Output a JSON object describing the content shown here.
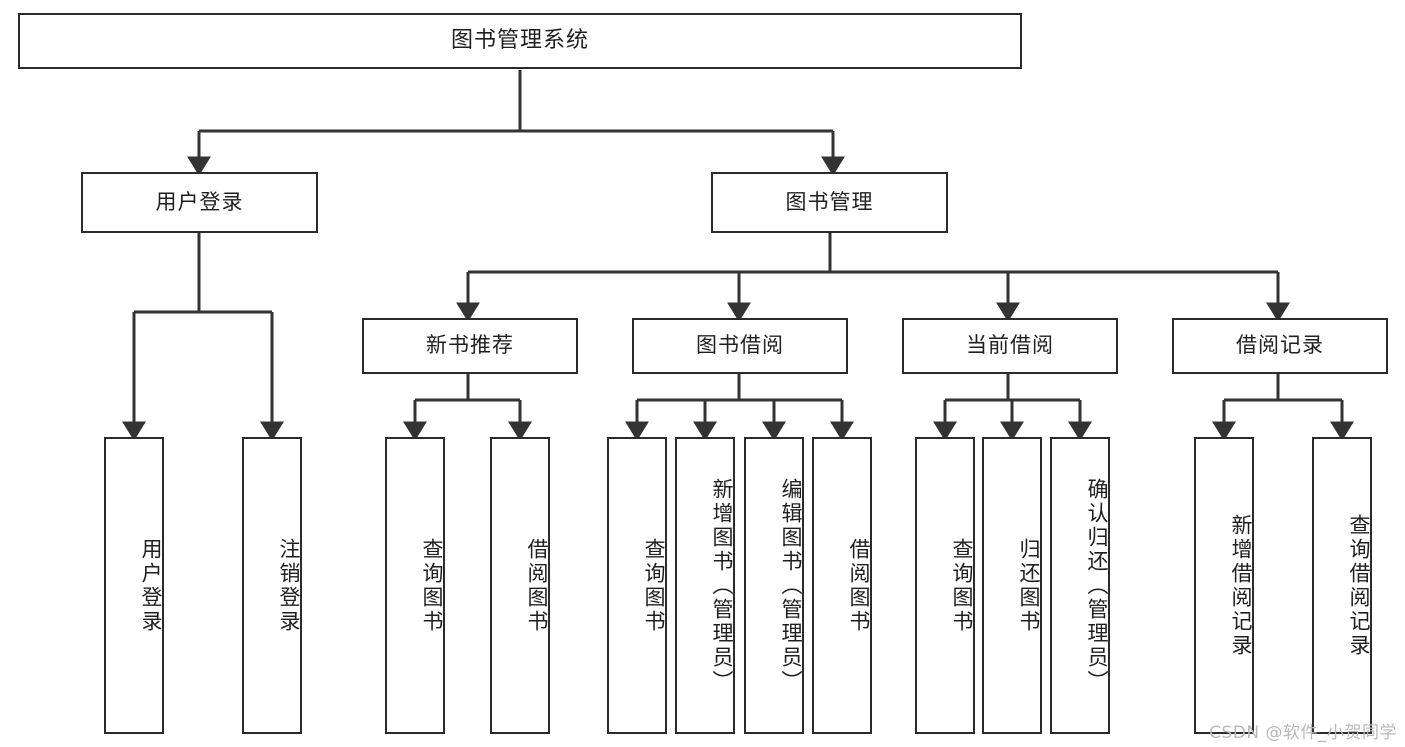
{
  "diagram": {
    "title": "图书管理系统",
    "type": "tree",
    "watermark": "CSDN @软件_小贺同学",
    "colors": {
      "box_border": "#2b2b2b",
      "box_fill": "#ffffff",
      "connector": "#333333",
      "text": "#1f1f1f",
      "watermark": "#b9b9b9"
    },
    "root": {
      "label": "图书管理系统"
    },
    "level2": [
      {
        "id": "user-login",
        "label": "用户登录"
      },
      {
        "id": "book-manage",
        "label": "图书管理"
      }
    ],
    "level3": [
      {
        "id": "new-book-rec",
        "label": "新书推荐"
      },
      {
        "id": "book-borrow",
        "label": "图书借阅"
      },
      {
        "id": "current-borrow",
        "label": "当前借阅"
      },
      {
        "id": "borrow-record",
        "label": "借阅记录"
      }
    ],
    "leaves": {
      "user-login": [
        {
          "id": "leaf-user-login",
          "label": "用户登录"
        },
        {
          "id": "leaf-logout",
          "label": "注销登录"
        }
      ],
      "new-book-rec": [
        {
          "id": "leaf-query-book-1",
          "label": "查询图书"
        },
        {
          "id": "leaf-borrow-book-1",
          "label": "借阅图书"
        }
      ],
      "book-borrow": [
        {
          "id": "leaf-query-book-2",
          "label": "查询图书"
        },
        {
          "id": "leaf-add-book",
          "label": "新增图书（管理员）"
        },
        {
          "id": "leaf-edit-book",
          "label": "编辑图书（管理员）"
        },
        {
          "id": "leaf-borrow-book-2",
          "label": "借阅图书"
        }
      ],
      "current-borrow": [
        {
          "id": "leaf-query-book-3",
          "label": "查询图书"
        },
        {
          "id": "leaf-return-book",
          "label": "归还图书"
        },
        {
          "id": "leaf-confirm-return",
          "label": "确认归还（管理员）"
        }
      ],
      "borrow-record": [
        {
          "id": "leaf-add-record",
          "label": "新增借阅记录"
        },
        {
          "id": "leaf-query-record",
          "label": "查询借阅记录"
        }
      ]
    }
  }
}
